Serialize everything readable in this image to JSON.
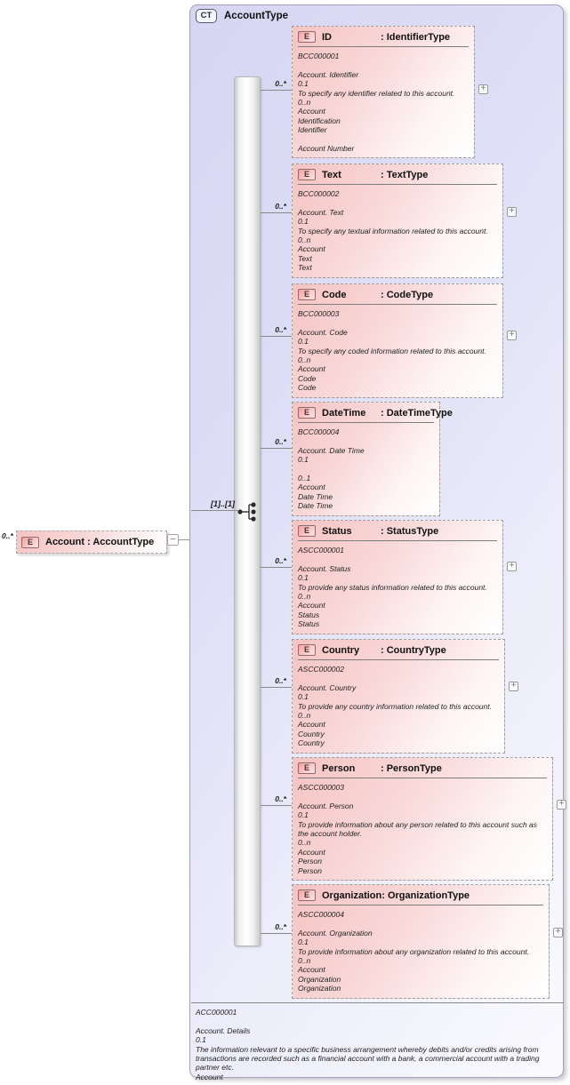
{
  "root": {
    "cardinality": "0..*",
    "icon": "E",
    "label": "Account : AccountType",
    "collapse_glyph": "−"
  },
  "ct": {
    "badge": "CT",
    "title": "AccountType",
    "sequence_label": "[1]..[1]",
    "sequence_icon": "sequence-icon",
    "elements": [
      {
        "name": "ID",
        "type_label": ": IdentifierType",
        "cardinality": "0..*",
        "expander": "+",
        "lines": [
          "BCC000001",
          "",
          "Account. Identifier",
          "0.1",
          "To specify any identifier related to this account.",
          "0..n",
          "Account",
          "Identification",
          "Identifier",
          "",
          "Account Number"
        ]
      },
      {
        "name": "Text",
        "type_label": ": TextType",
        "cardinality": "0..*",
        "expander": "+",
        "lines": [
          "BCC000002",
          "",
          "Account. Text",
          "0.1",
          "To specify any textual information related to this account.",
          "0..n",
          "Account",
          "Text",
          "Text"
        ]
      },
      {
        "name": "Code",
        "type_label": ": CodeType",
        "cardinality": "0..*",
        "expander": "+",
        "lines": [
          "BCC000003",
          "",
          "Account. Code",
          "0.1",
          "To specify any coded information related to this account.",
          "0..n",
          "Account",
          "Code",
          "Code"
        ]
      },
      {
        "name": "DateTime",
        "type_label": ": DateTimeType",
        "cardinality": "0..*",
        "expander": "",
        "lines": [
          "BCC000004",
          "",
          "Account. Date Time",
          "0.1",
          "",
          "0..1",
          "Account",
          "Date Time",
          "Date Time"
        ]
      },
      {
        "name": "Status",
        "type_label": ": StatusType",
        "cardinality": "0..*",
        "expander": "+",
        "lines": [
          "ASCC000001",
          "",
          "Account. Status",
          "0.1",
          "To provide any status information related to this account.",
          "0..n",
          "Account",
          "Status",
          "Status"
        ]
      },
      {
        "name": "Country",
        "type_label": ": CountryType",
        "cardinality": "0..*",
        "expander": "+",
        "lines": [
          "ASCC000002",
          "",
          "Account. Country",
          "0.1",
          "To provide any country information related to this account.",
          "0..n",
          "Account",
          "Country",
          "Country"
        ]
      },
      {
        "name": "Person",
        "type_label": ": PersonType",
        "cardinality": "0..*",
        "expander": "+",
        "lines": [
          "ASCC000003",
          "",
          "Account. Person",
          "0.1",
          "To provide information about any person related to this account such as the account holder.",
          "0..n",
          "Account",
          "Person",
          "Person"
        ]
      },
      {
        "name": "Organization",
        "type_label": ": OrganizationType",
        "cardinality": "0..*",
        "expander": "+",
        "lines": [
          "ASCC000004",
          "",
          "Account. Organization",
          "0.1",
          "To provide information about any organization related to this account.",
          "0..n",
          "Account",
          "Organization",
          "Organization"
        ]
      }
    ],
    "footer_lines": [
      "ACC000001",
      "",
      "Account. Details",
      "0.1",
      "The information relevant to a specific business arrangement whereby debits and/or credits arising from transactions are recorded such as a financial account with a bank, a commercial account with a trading partner etc.",
      "Account"
    ]
  },
  "colors": {
    "container_fill": "#dedef7",
    "element_fill": "#f6c3c3",
    "element_border": "#9e9e9e",
    "container_border": "#a2a2bd",
    "icon_fill": "#f2a2a2"
  }
}
